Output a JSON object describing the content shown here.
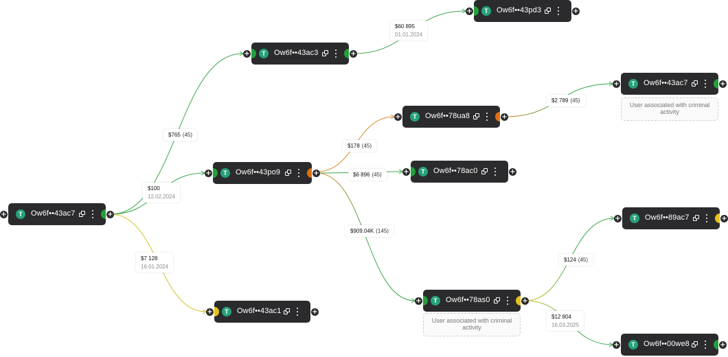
{
  "colors": {
    "node_bg": "#2b2b2d",
    "tether": "#26a17b",
    "green": "#22a03a",
    "orange": "#e07010",
    "yellow": "#e6c21a",
    "edge_green": "#3aa84a",
    "edge_orange": "#d9892a",
    "edge_yellow": "#d4c228"
  },
  "icons": {
    "token": "tether-icon",
    "copy": "copy-icon",
    "menu": "more-vertical-icon",
    "expand": "plus-icon"
  },
  "nodes": [
    {
      "id": "root",
      "label": "Ow6f••43ac7",
      "left_cap": "none",
      "right_cap": "green"
    },
    {
      "id": "ac3",
      "label": "Ow6f••43ac3",
      "left_cap": "green",
      "right_cap": "green"
    },
    {
      "id": "pd3",
      "label": "Ow6f••43pd3",
      "left_cap": "green",
      "right_cap": "none"
    },
    {
      "id": "po9",
      "label": "Ow6f••43po9",
      "left_cap": "green",
      "right_cap": "orange"
    },
    {
      "id": "ua8",
      "label": "Ow6f••78ua8",
      "left_cap": "none",
      "right_cap": "orange"
    },
    {
      "id": "ac7b",
      "label": "Ow6f••43ac7",
      "left_cap": "none",
      "right_cap": "green",
      "note": "User associated with criminal activity"
    },
    {
      "id": "ac0",
      "label": "Ow6f••78ac0",
      "left_cap": "green",
      "right_cap": "none"
    },
    {
      "id": "ac1",
      "label": "Ow6f••43ac1",
      "left_cap": "yellow",
      "right_cap": "none"
    },
    {
      "id": "as0",
      "label": "Ow6f••78as0",
      "left_cap": "green",
      "right_cap": "yellow",
      "note": "User associated with criminal activity"
    },
    {
      "id": "ac7c",
      "label": "Ow6f••89ac7",
      "left_cap": "none",
      "right_cap": "yellow"
    },
    {
      "id": "we8",
      "label": "Ow6f••00we8",
      "left_cap": "none",
      "right_cap": "green"
    }
  ],
  "transfers": [
    {
      "id": "t1",
      "amount": "$765",
      "count": "(45)",
      "date": ""
    },
    {
      "id": "t2",
      "amount": "$60 895",
      "count": "",
      "date": "01.01.2024"
    },
    {
      "id": "t3",
      "amount": "$100",
      "count": "",
      "date": "12.02.2024"
    },
    {
      "id": "t4",
      "amount": "$7 128",
      "count": "",
      "date": "16.01.2024"
    },
    {
      "id": "t5",
      "amount": "$178",
      "count": "(45)",
      "date": ""
    },
    {
      "id": "t6",
      "amount": "$6 896",
      "count": "(45)",
      "date": ""
    },
    {
      "id": "t7",
      "amount": "$909.04K",
      "count": "(145)",
      "date": ""
    },
    {
      "id": "t8",
      "amount": "$2 789",
      "count": "(45)",
      "date": ""
    },
    {
      "id": "t9",
      "amount": "$124",
      "count": "(45)",
      "date": ""
    },
    {
      "id": "t10",
      "amount": "$12 804",
      "count": "",
      "date": "16.03.2025"
    }
  ]
}
